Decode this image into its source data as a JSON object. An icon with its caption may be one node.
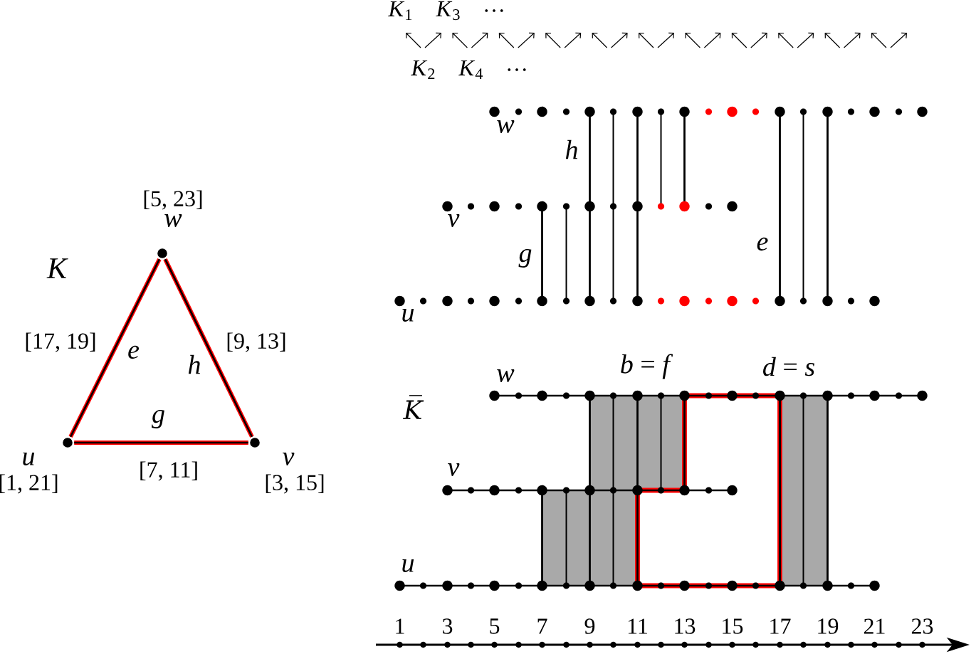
{
  "diagram": {
    "nodes": [
      {
        "text": [],
        "shape": "circle",
        "beside": [
          "[5, 23]",
          "w"
        ]
      },
      {
        "text": [],
        "shape": "circle",
        "beside": [
          "u",
          "[1, 21]"
        ]
      },
      {
        "text": [],
        "shape": "circle",
        "beside": [
          "v",
          "[3, 15]"
        ]
      }
    ],
    "edges": [
      {
        "from": 1,
        "to": 0,
        "arrow": "none",
        "label": "e"
      },
      {
        "from": 0,
        "to": 2,
        "arrow": "none",
        "label": "h"
      },
      {
        "from": 1,
        "to": 2,
        "arrow": "none",
        "label": "g"
      }
    ],
    "labels": [
      "*K*$_{1}$",
      "*K*$_{3}$",
      "…",
      "*K*$_{2}$",
      "*K*$_{4}$",
      "…",
      "w",
      "h",
      "v",
      "g",
      "e",
      "u",
      "K",
      "[17, 19]",
      "[9, 13]",
      "[7, 11]",
      "*b* = *f*",
      "*d* = *s*",
      "w",
      "K̅",
      "v",
      "u",
      "1",
      "3",
      "5",
      "7",
      "9",
      "11",
      "13",
      "15",
      "17",
      "19",
      "21",
      "23"
    ]
  }
}
